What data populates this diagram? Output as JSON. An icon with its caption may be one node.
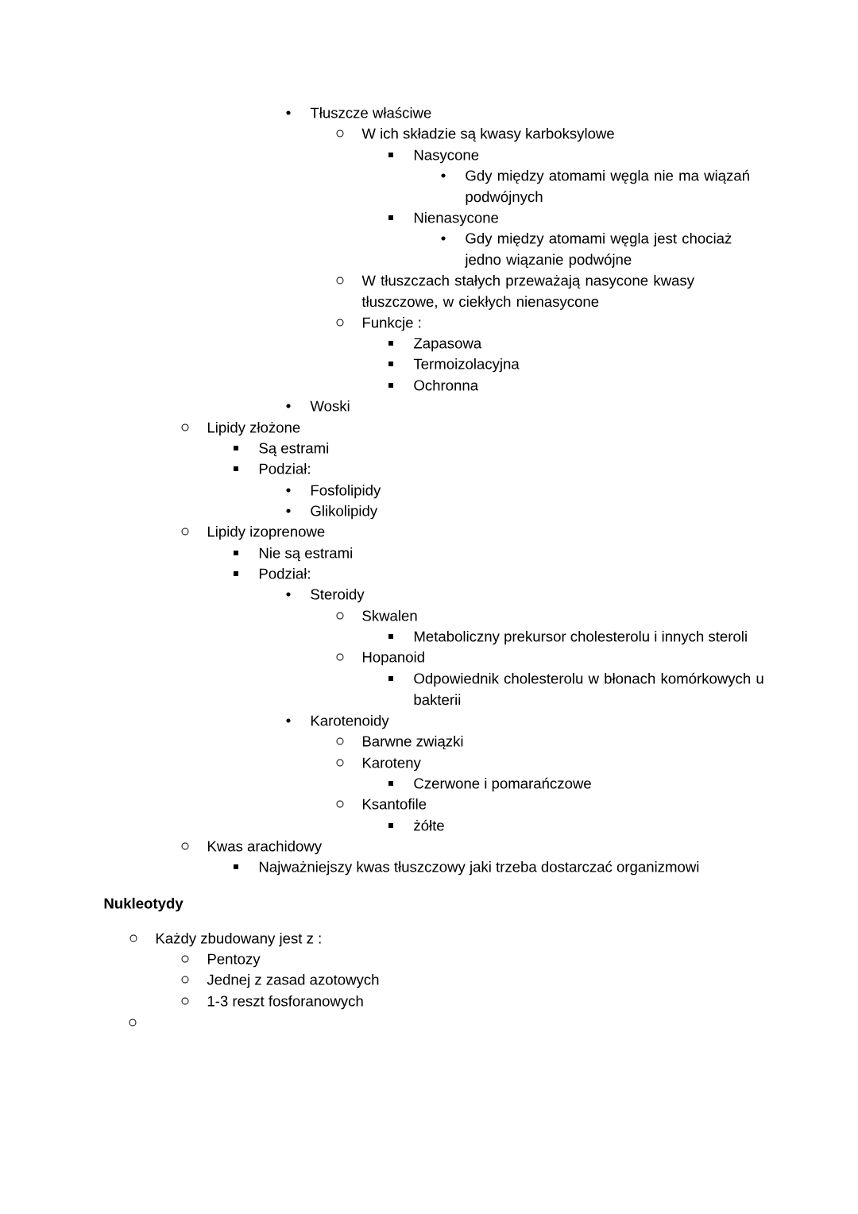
{
  "diagram": {
    "labels": [
      "Tłuszcze właściwe",
      "W ich składzie są kwasy karboksylowe",
      "Nasycone",
      "Gdy między atomami węgla nie ma wiązań podwójnych",
      "Nienasycone",
      "Gdy między atomami węgla jest chociaż jedno wiązanie podwójne",
      "W tłuszczach stałych przeważają nasycone kwasy tłuszczowe, w ciekłych nienasycone",
      "Funkcje :",
      "Zapasowa",
      "Termoizolacyjna",
      "Ochronna",
      "Woski",
      "Lipidy złożone",
      "Są estrami",
      "Podział:",
      "Fosfolipidy",
      "Glikolipidy",
      "Lipidy izoprenowe",
      "Nie są estrami",
      "Podział:",
      "Steroidy",
      "Skwalen",
      "Metaboliczny prekursor cholesterolu i innych steroli",
      "Hopanoid",
      "Odpowiednik cholesterolu w błonach komórkowych u bakterii",
      "Karotenoidy",
      "Barwne związki",
      "Karoteny",
      "Czerwone i pomarańczowe",
      "Ksantofile",
      "żółte",
      "Kwas arachidowy",
      "Najważniejszy kwas tłuszczowy jaki trzeba dostarczać organizmowi",
      "Nukleotydy",
      "Każdy zbudowany jest z :",
      "Pentozy",
      "Jednej z zasad azotowych",
      "1-3 reszt fosforanowych"
    ]
  }
}
